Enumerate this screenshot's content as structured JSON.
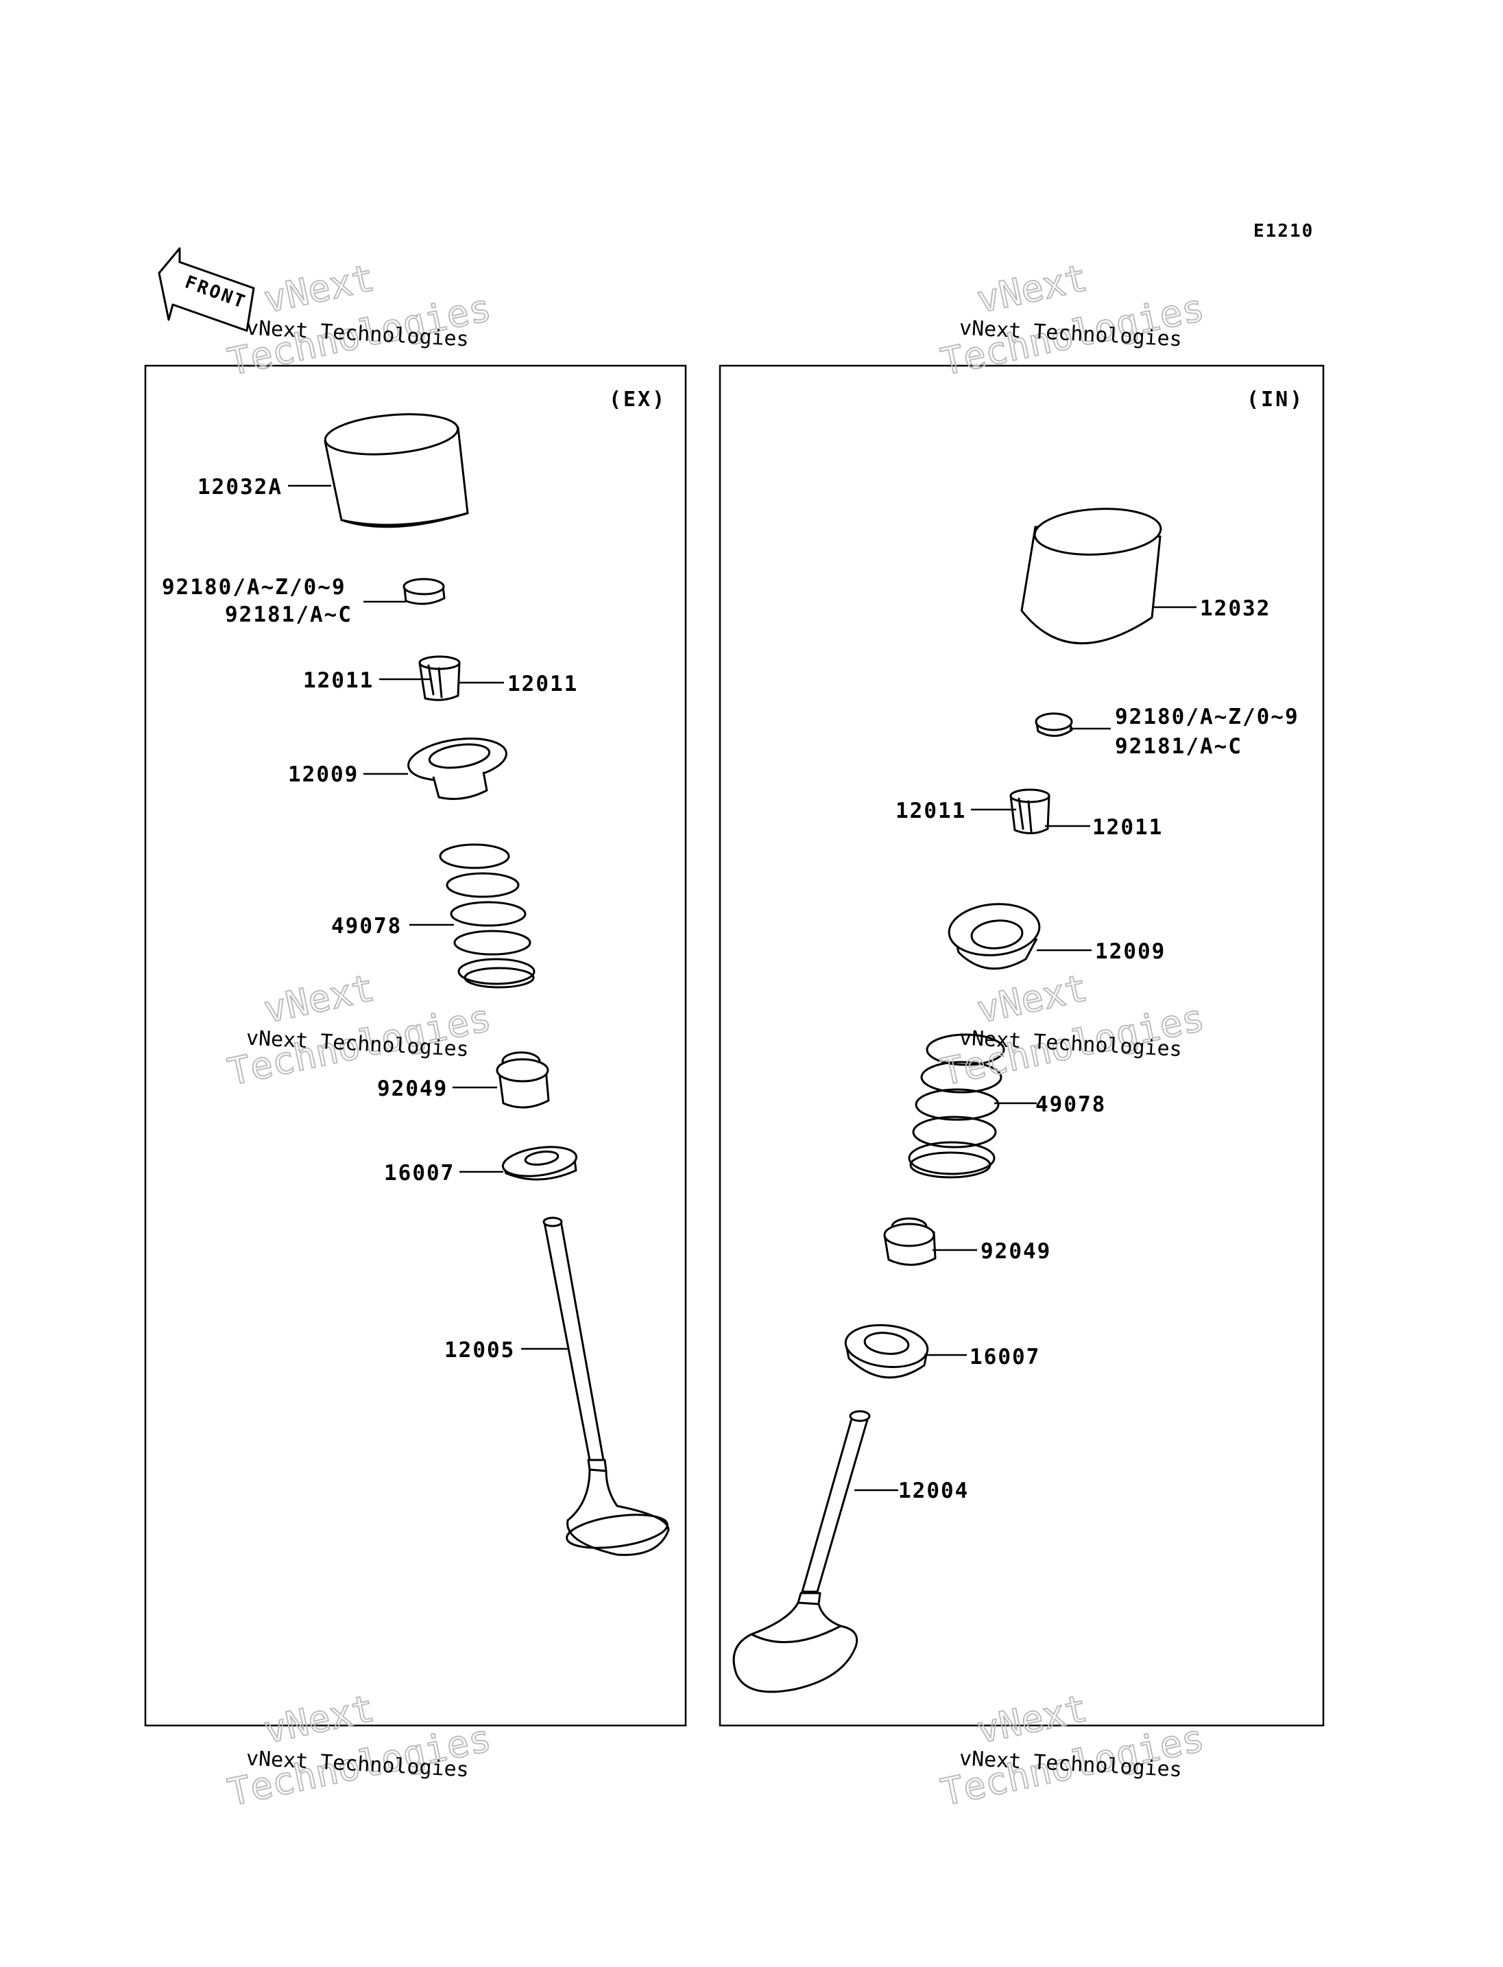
{
  "diagram_code": "E1210",
  "front_label": "FRONT",
  "panels": {
    "ex": {
      "tag": "(EX)",
      "labels": {
        "tappet": "12032A",
        "shim_1": "92180/A~Z/0~9",
        "shim_2": "92181/A~C",
        "cotter_left": "12011",
        "cotter_right": "12011",
        "retainer": "12009",
        "spring": "49078",
        "seal": "92049",
        "seat": "16007",
        "valve": "12005"
      }
    },
    "in": {
      "tag": "(IN)",
      "labels": {
        "tappet": "12032",
        "shim_1": "92180/A~Z/0~9",
        "shim_2": "92181/A~C",
        "cotter_left": "12011",
        "cotter_right": "12011",
        "retainer": "12009",
        "spring": "49078",
        "seal": "92049",
        "seat": "16007",
        "valve": "12004"
      }
    }
  },
  "watermark": {
    "small": "vNext Technologies",
    "big_1": "vNext",
    "big_2": "Technologies"
  }
}
